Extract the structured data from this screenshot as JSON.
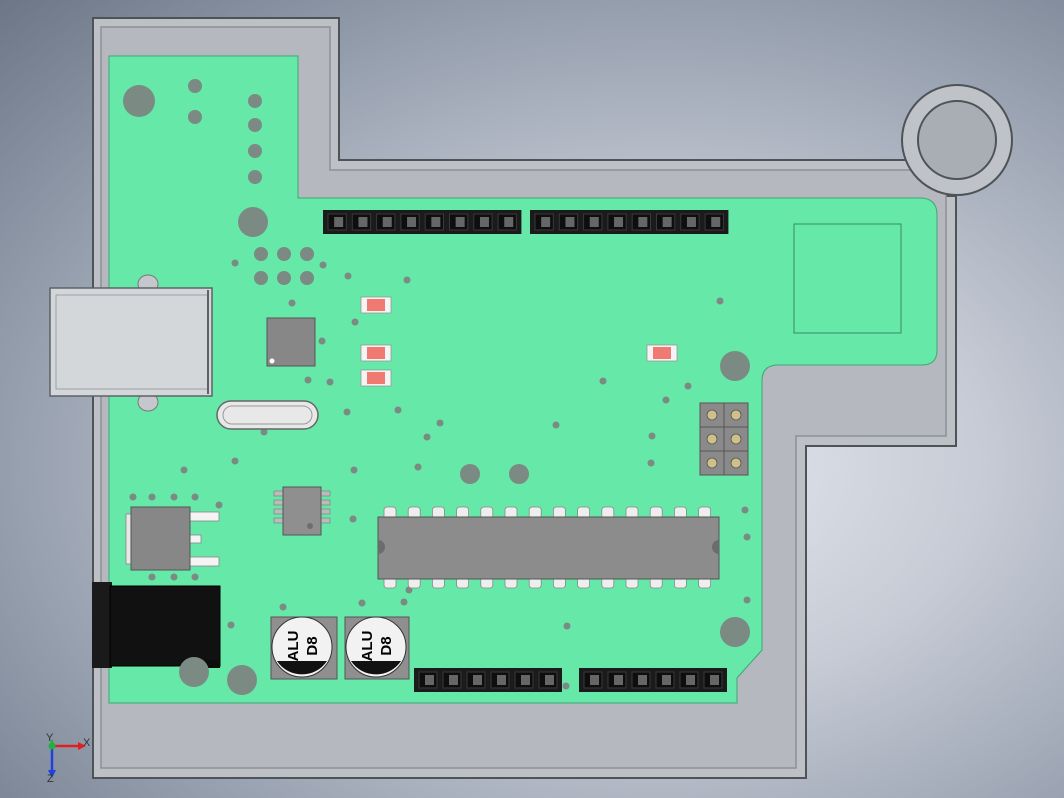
{
  "app": {
    "view": "cad-3d-viewport",
    "model": "arduino-board-in-enclosure"
  },
  "colors": {
    "pcb": "#66e8a8",
    "enclosure": "#b9bcc2",
    "enclosure_edge": "#555a60",
    "header": "#1b1b1b",
    "header_pin": "#666666",
    "smd": "#f07a72",
    "chip": "#8c8c8c",
    "usb": "#d4d7da",
    "jack": "#111111",
    "capacitor": "#f2f2f2",
    "axis_x": "#e02020",
    "axis_y": "#20b040",
    "axis_z": "#2040e0"
  },
  "components": {
    "capacitor_left": {
      "marking_line1": "ALU",
      "marking_line2": "D8"
    },
    "capacitor_right": {
      "marking_line1": "ALU",
      "marking_line2": "D8"
    }
  },
  "triad": {
    "x_label": "X",
    "y_label": "Y",
    "z_label": "Z"
  }
}
